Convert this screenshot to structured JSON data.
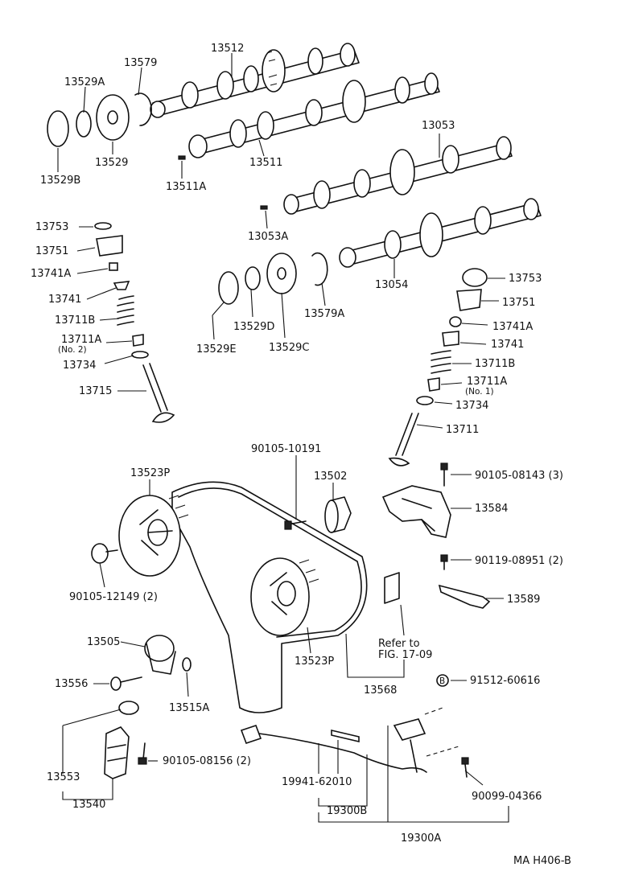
{
  "labels": {
    "p13512": "13512",
    "p13579": "13579",
    "p13529A": "13529A",
    "p13529B": "13529B",
    "p13529": "13529",
    "p13511": "13511",
    "p13511A": "13511A",
    "p13053": "13053",
    "p13053A": "13053A",
    "p13054": "13054",
    "p13753L": "13753",
    "p13751L": "13751",
    "p13741AL": "13741A",
    "p13741L": "13741",
    "p13711BL": "13711B",
    "p13711AL": "13711A",
    "p13711AL_sub": "(No. 2)",
    "p13734L": "13734",
    "p13715": "13715",
    "p13529E": "13529E",
    "p13529D": "13529D",
    "p13529C": "13529C",
    "p13579A": "13579A",
    "p13753R": "13753",
    "p13751R": "13751",
    "p13741AR": "13741A",
    "p13741R": "13741",
    "p13711BR": "13711B",
    "p13711AR": "13711A",
    "p13711AR_sub": "(No. 1)",
    "p13734R": "13734",
    "p13711": "13711",
    "p90105_10191": "90105-10191",
    "p13502": "13502",
    "p13523P_top": "13523P",
    "p90105_08143": "90105-08143 (3)",
    "p13584": "13584",
    "p90119_08951": "90119-08951 (2)",
    "p13589": "13589",
    "p90105_12149": "90105-12149 (2)",
    "p13505": "13505",
    "p13523P_mid": "13523P",
    "refer_line1": "Refer to",
    "refer_line2": "FIG. 17-09",
    "p13568": "13568",
    "p13556": "13556",
    "p13515A": "13515A",
    "p91512_60616": "91512-60616",
    "b_marker": "B",
    "p13553": "13553",
    "p90105_08156": "90105-08156 (2)",
    "p13540": "13540",
    "p19941_62010": "19941-62010",
    "p19300B": "19300B",
    "p90099_04366": "90099-04366",
    "p19300A": "19300A",
    "footer_code": "MA  H406-B"
  }
}
